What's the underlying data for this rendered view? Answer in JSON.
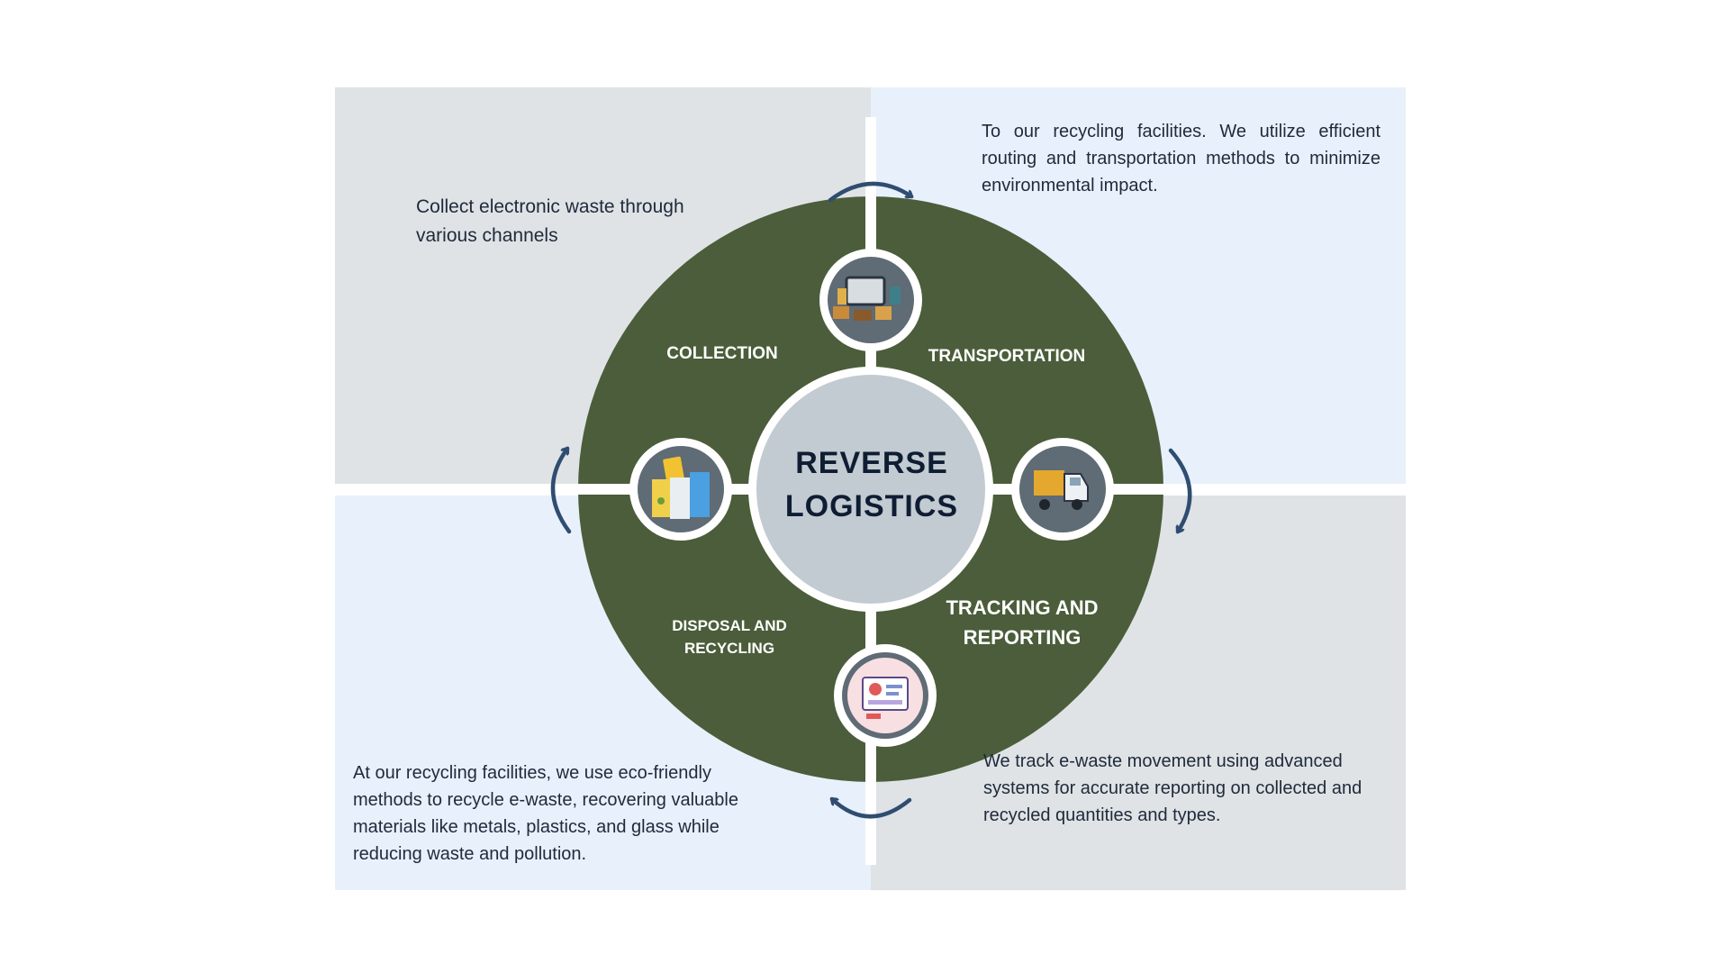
{
  "colors": {
    "quadrant_gray": "#dfe3e6",
    "quadrant_blue": "#e8f0fb",
    "ring_green": "#4b5d3a",
    "center_gray": "#c2cbd2",
    "arrow_blue": "#2f4d70",
    "text_dark": "#1f2a3a"
  },
  "center": {
    "title": "REVERSE\nLOGISTICS"
  },
  "stages": {
    "collection": {
      "label": "COLLECTION",
      "description": "Collect electronic waste through various channels",
      "icon": "e-waste-pile-icon"
    },
    "transportation": {
      "label": "TRANSPORTATION",
      "description": "To our recycling facilities. We utilize efficient routing and transportation methods to minimize environmental impact.",
      "icon": "truck-icon"
    },
    "tracking": {
      "label": "TRACKING AND\nREPORTING",
      "description": "We track e-waste movement using advanced systems for accurate reporting on collected and recycled quantities and types.",
      "icon": "dashboard-report-icon"
    },
    "disposal": {
      "label": "DISPOSAL AND\nRECYCLING",
      "description": "At our recycling facilities, we use eco-friendly methods to recycle e-waste, recovering valuable materials like metals, plastics, and glass while reducing waste and pollution.",
      "icon": "recycling-bins-icon"
    }
  }
}
